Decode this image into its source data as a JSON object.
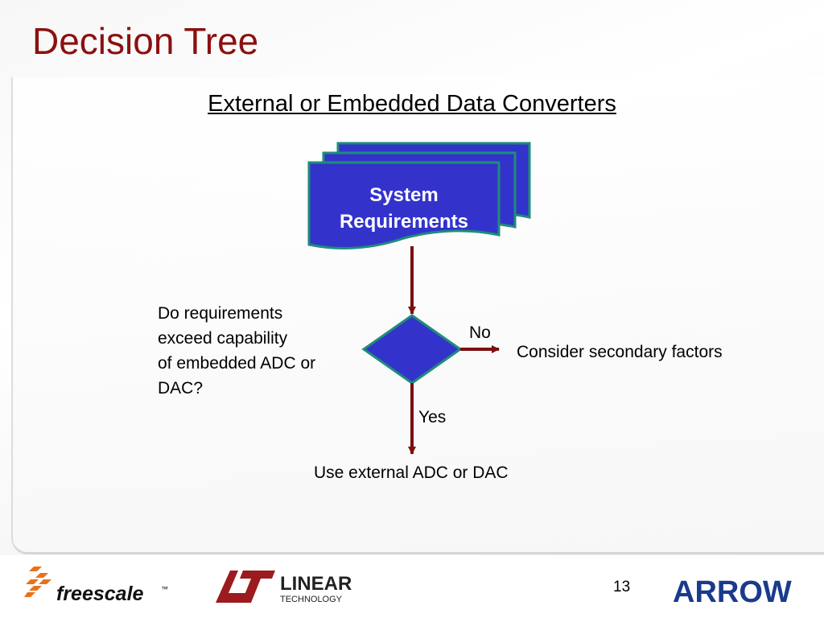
{
  "slide": {
    "title": "Decision Tree",
    "subtitle": "External or Embedded Data Converters",
    "page_number": "13"
  },
  "diagram": {
    "document_node": {
      "line1": "System",
      "line2": "Requirements"
    },
    "decision_question": [
      "Do requirements",
      "exceed capability",
      "of embedded ADC or",
      "DAC?"
    ],
    "branch_no_label": "No",
    "branch_no_target": "Consider secondary factors",
    "branch_yes_label": "Yes",
    "branch_yes_target": "Use external ADC or DAC"
  },
  "footer": {
    "logos": [
      {
        "name": "freescale-logo",
        "text": "freescale",
        "mark": "™"
      },
      {
        "name": "linear-technology-logo",
        "text": "LINEAR",
        "subtext": "TECHNOLOGY"
      },
      {
        "name": "arrow-logo",
        "text": "ARROW"
      }
    ]
  },
  "colors": {
    "title": "#8b1010",
    "node_fill": "#3333cc",
    "node_border": "#1e8c7a",
    "connector": "#7a1010",
    "freescale_orange": "#e8721c",
    "linear_red": "#9c1b1f",
    "arrow_blue": "#1a3b8c"
  }
}
